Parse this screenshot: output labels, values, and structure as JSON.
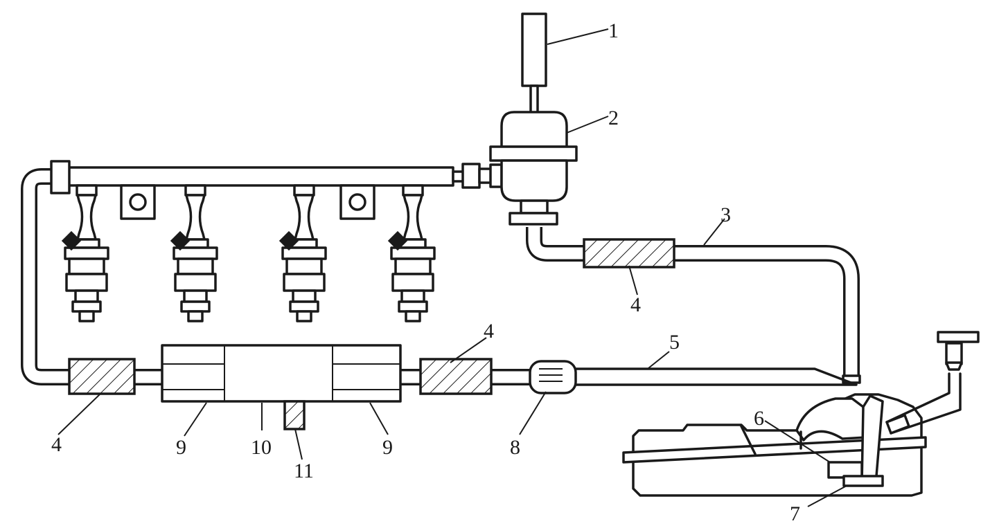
{
  "colors": {
    "line": "#1a1a1a",
    "background": "#ffffff"
  },
  "labels": {
    "l1": "1",
    "l2": "2",
    "l3": "3",
    "l4a": "4",
    "l4b": "4",
    "l4c": "4",
    "l5": "5",
    "l6": "6",
    "l7": "7",
    "l8": "8",
    "l9a": "9",
    "l9b": "9",
    "l10": "10",
    "l11": "11"
  }
}
